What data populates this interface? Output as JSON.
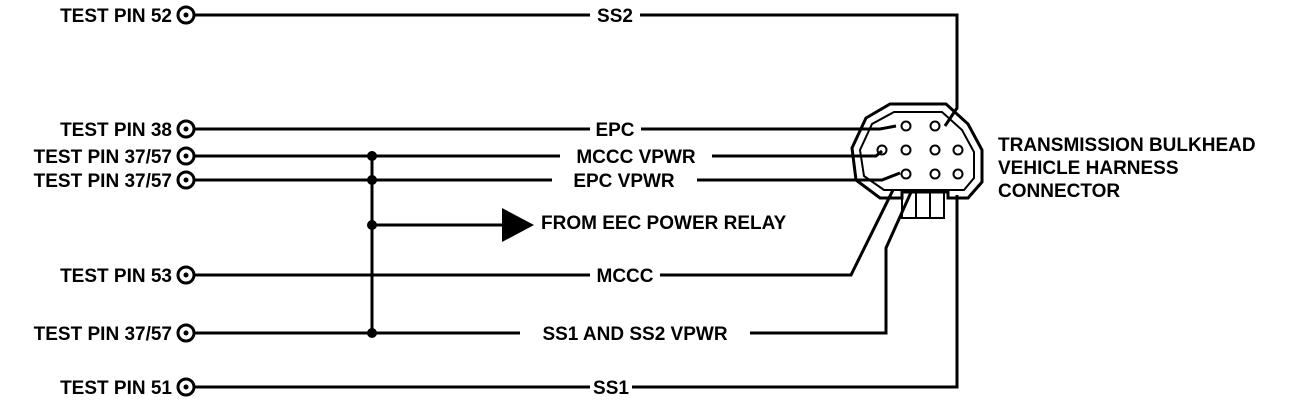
{
  "diagram": {
    "test_pins": [
      {
        "label": "TEST PIN 52"
      },
      {
        "label": "TEST PIN 38"
      },
      {
        "label": "TEST PIN 37/57"
      },
      {
        "label": "TEST PIN 37/57"
      },
      {
        "label": "TEST PIN 53"
      },
      {
        "label": "TEST PIN 37/57"
      },
      {
        "label": "TEST PIN 51"
      }
    ],
    "wires": [
      {
        "label": "SS2"
      },
      {
        "label": "EPC"
      },
      {
        "label": "MCCC VPWR"
      },
      {
        "label": "EPC VPWR"
      },
      {
        "label": "MCCC"
      },
      {
        "label": "SS1 AND SS2 VPWR"
      },
      {
        "label": "SS1"
      }
    ],
    "power_relay_label": "FROM EEC POWER RELAY",
    "connector_label": {
      "line1": "TRANSMISSION BULKHEAD",
      "line2": "VEHICLE HARNESS",
      "line3": "CONNECTOR"
    }
  }
}
